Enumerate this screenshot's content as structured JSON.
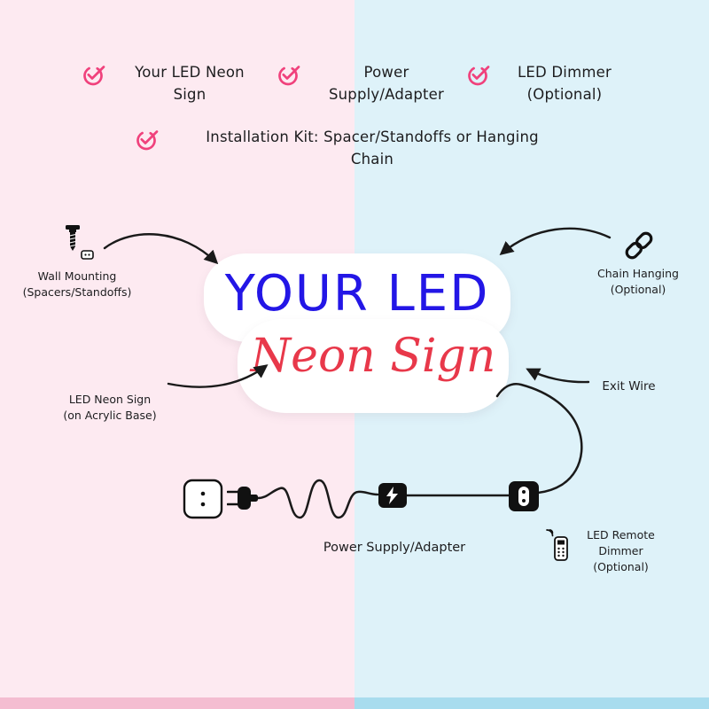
{
  "colors": {
    "bg_left": "#fdeaf1",
    "bg_right": "#def2f9",
    "strip_left": "#f4bdd1",
    "strip_right": "#a8dcee",
    "check_pink": "#f0417c",
    "sign_blue": "#2316e6",
    "sign_red": "#e8384a",
    "ink": "#1d1d1f"
  },
  "icons": {
    "check": "check-circle-icon",
    "screw": "screw-standoff-icon",
    "chain": "chain-link-icon",
    "socket": "wall-socket-icon",
    "plug": "power-plug-icon",
    "adapter": "power-adapter-icon",
    "dimmer": "inline-dimmer-icon",
    "remote": "remote-control-icon"
  },
  "checklist": [
    {
      "label": "Your LED Neon\nSign"
    },
    {
      "label": "Power\nSupply/Adapter"
    },
    {
      "label": "LED Dimmer\n(Optional)"
    },
    {
      "label": "Installation Kit: Spacer/Standoffs or Hanging\nChain"
    }
  ],
  "sign": {
    "line1": "YOUR LED",
    "line2": "Neon Sign"
  },
  "labels": {
    "wall_mounting": "Wall Mounting\n(Spacers/Standoffs)",
    "chain_hanging": "Chain Hanging\n(Optional)",
    "led_neon_sign": "LED Neon Sign\n(on Acrylic Base)",
    "exit_wire": "Exit Wire",
    "power_supply": "Power Supply/Adapter",
    "remote_dimmer": "LED Remote\nDimmer\n(Optional)"
  }
}
